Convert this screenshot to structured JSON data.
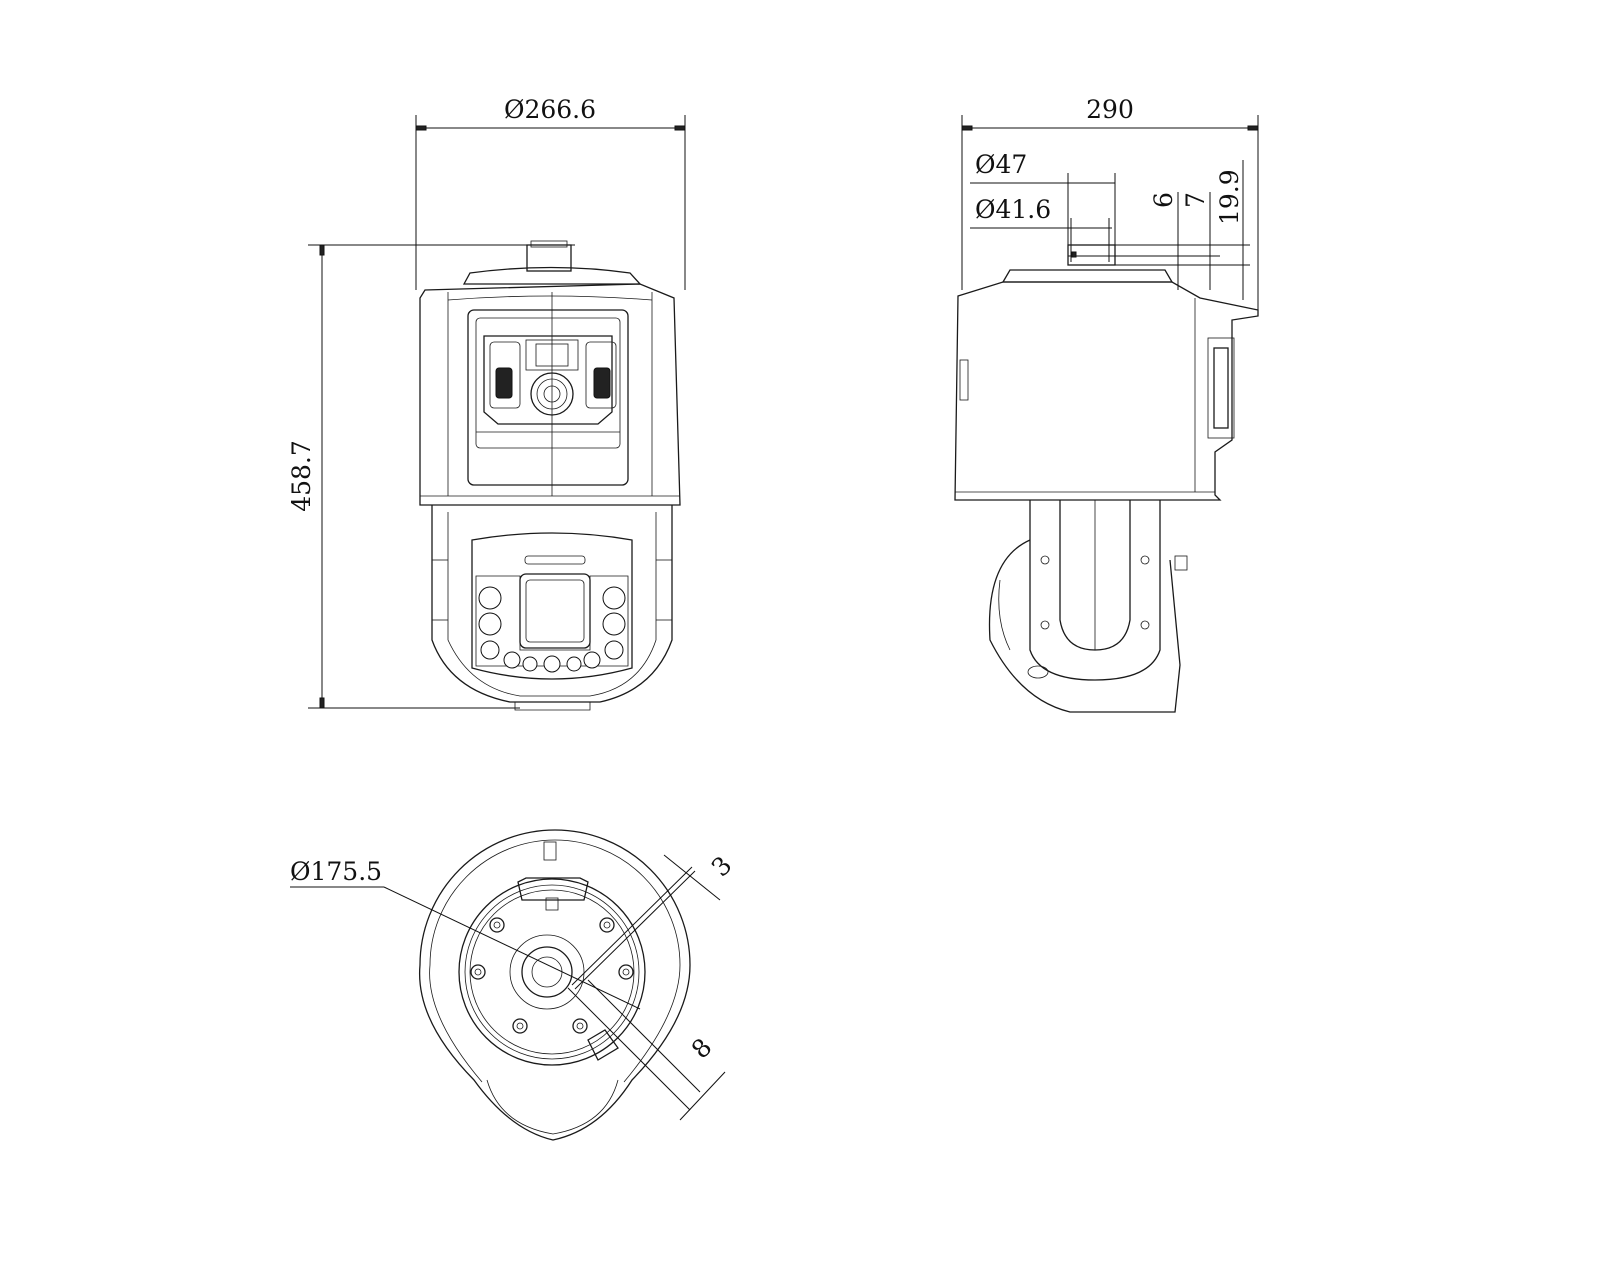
{
  "drawing": {
    "front_view": {
      "width_label": "Ø266.6",
      "height_label": "458.7"
    },
    "side_view": {
      "depth_label": "290",
      "mount_outer_label": "Ø47",
      "mount_inner_label": "Ø41.6",
      "dim_a_label": "6",
      "dim_b_label": "7",
      "dim_c_label": "19.9"
    },
    "bottom_view": {
      "diameter_label": "Ø175.5",
      "dim_top_label": "3",
      "dim_bottom_label": "8"
    },
    "line_color": "#1a1a1a",
    "background": "#ffffff"
  }
}
